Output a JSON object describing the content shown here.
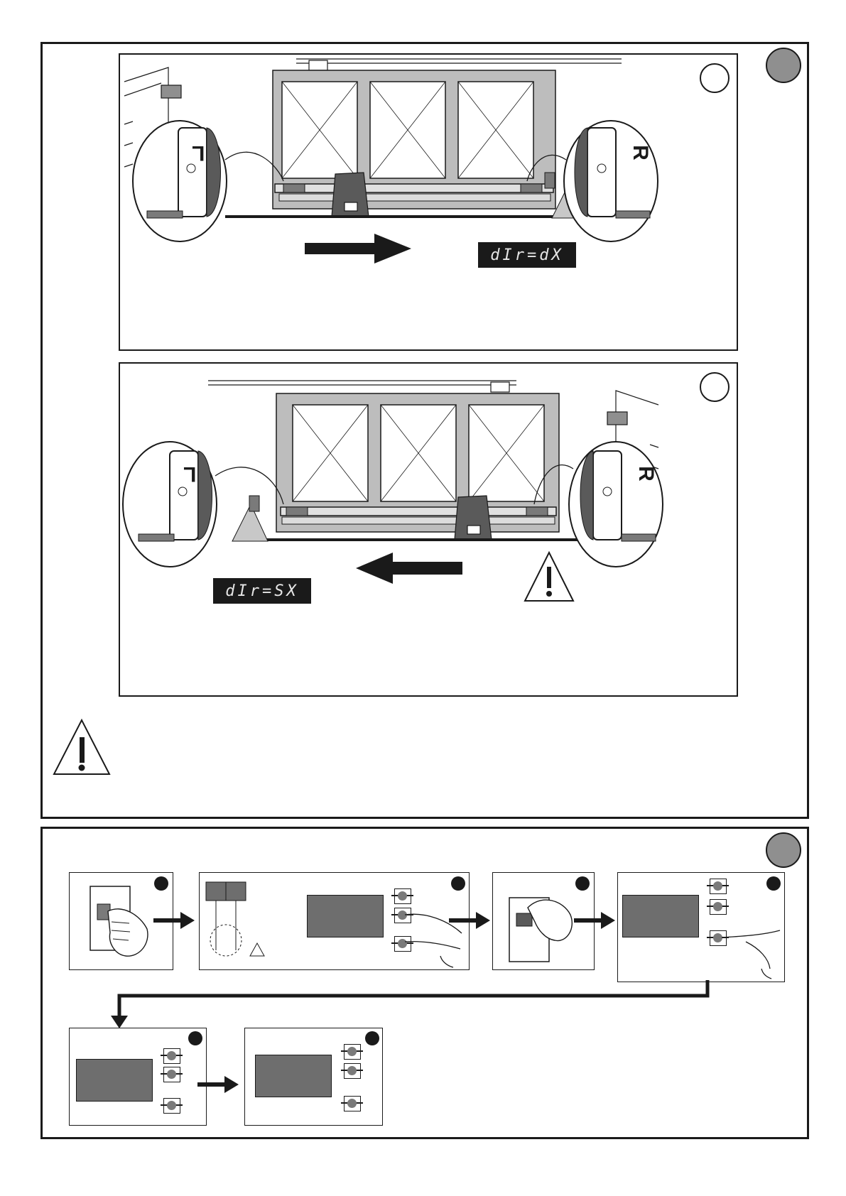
{
  "top_section": {
    "panel_a": {
      "left_limit_label": "L",
      "right_limit_label": "R",
      "display_text": "dIr=dX"
    },
    "panel_b": {
      "left_limit_label": "L",
      "right_limit_label": "R",
      "display_text": "dIr=SX"
    }
  },
  "icons": {
    "warning": "warning-triangle-icon",
    "arrow_right": "arrow-right-icon",
    "arrow_left": "arrow-left-icon"
  },
  "colors": {
    "ink": "#1a1a1a",
    "badge_gray": "#8f8f8f",
    "screen_gray": "#6e6e6e",
    "motor_gray": "#5a5a5a"
  }
}
